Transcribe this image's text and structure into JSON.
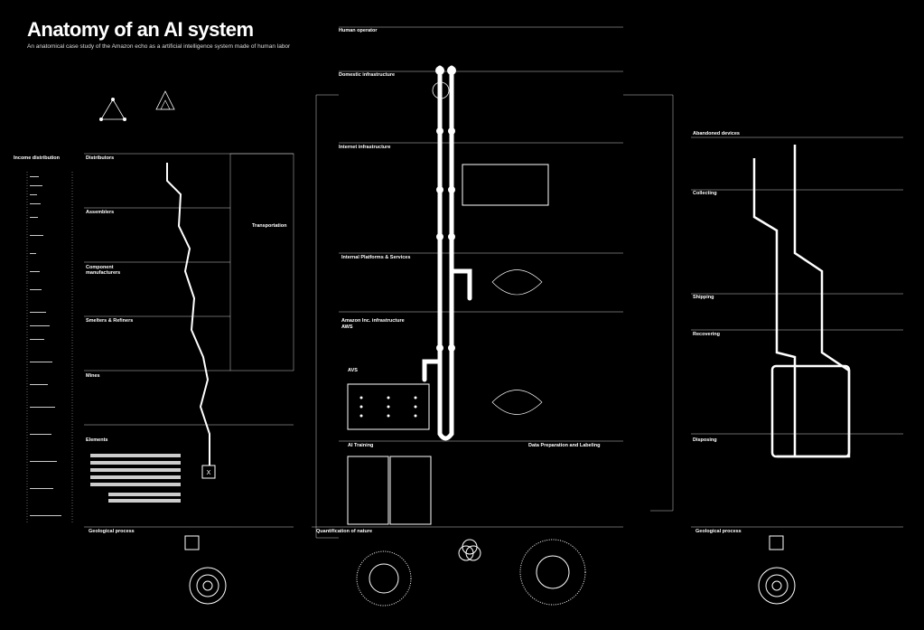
{
  "header": {
    "title": "Anatomy of an AI system",
    "subtitle": "An anatomical case study of the Amazon echo as a artificial intelligence system made of human labor"
  },
  "sections": {
    "human_operator": "Human operator",
    "domestic_infrastructure": "Domestic infrastructure",
    "internet_infrastructure": "Internet infrastructure",
    "internal_platforms": "Internal Platforms & Services",
    "amazon_infra": "Amazon Inc. infrastructure",
    "aws": "AWS",
    "avs": "AVS",
    "ai_training": "AI Training",
    "data_prep": "Data Preparation and Labeling",
    "quantification": "Quantification of nature",
    "geological_left": "Geological process",
    "geological_right": "Geological process",
    "income": "Income distribution",
    "distributors": "Distributors",
    "assemblers": "Assemblers",
    "component": "Component manufacturers",
    "smelters": "Smelters & Refiners",
    "mines": "Mines",
    "elements": "Elements",
    "transportation": "Transportation",
    "abandoned": "Abandoned devices",
    "collecting": "Collecting",
    "shipping": "Shipping",
    "recovering": "Recovering",
    "disposing": "Disposing"
  },
  "icons": {
    "pyramid": "pyramid-icon",
    "fractal": "fractal-triangle-icon",
    "earth": "earth-icon",
    "node": "node-icon"
  },
  "colors": {
    "background": "#000000",
    "line": "#ffffff"
  }
}
